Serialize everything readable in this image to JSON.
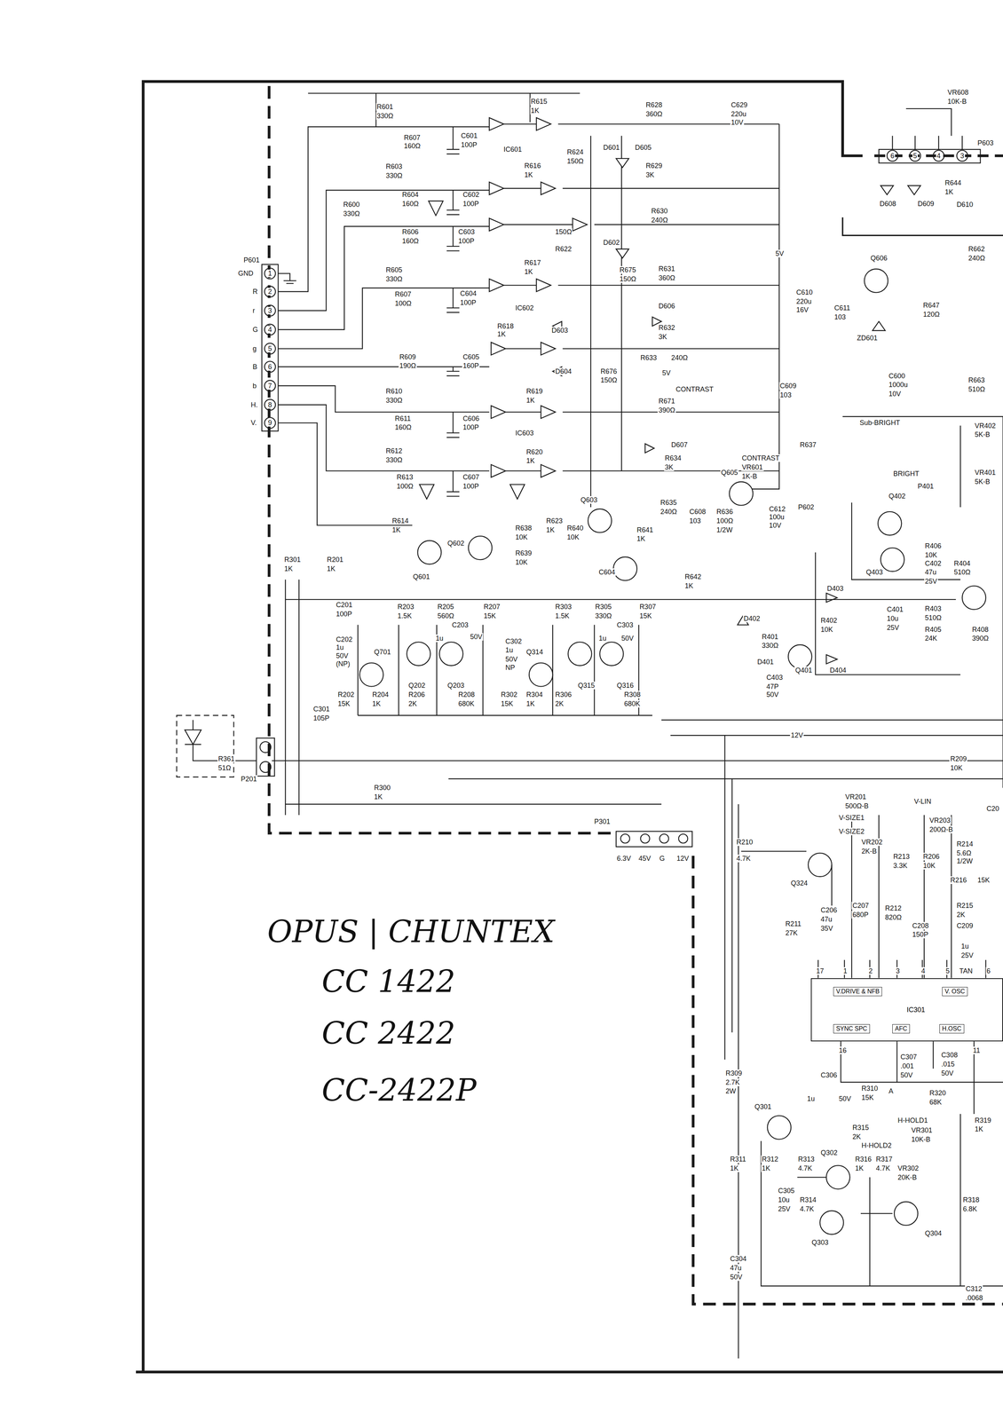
{
  "diagram": {
    "nodes": [
      {
        "text": [
          "IC301"
        ]
      },
      {
        "text": [
          "V.DRIVE & NFB"
        ],
        "in": 0
      },
      {
        "text": [
          "V. OSC"
        ],
        "in": 0
      },
      {
        "text": [
          "SYNC SPC"
        ],
        "in": 0
      },
      {
        "text": [
          "AFC"
        ],
        "in": 0
      },
      {
        "text": [
          "H.OSC"
        ],
        "in": 0
      }
    ],
    "labels": [
      "OPUS | CHUNTEX",
      "CC 1422",
      "CC 2422",
      "CC-2422P",
      "R601",
      "330Ω",
      "R607",
      "160Ω",
      "C601",
      "100P",
      "R615",
      "1K",
      "R628",
      "360Ω",
      "C629",
      "220u",
      "10V",
      "IC601",
      "R624",
      "150Ω",
      "D601",
      "D605",
      "R629",
      "3K",
      "R616",
      "1K",
      "R603",
      "330Ω",
      "R604",
      "160Ω",
      "C602",
      "100P",
      "R600",
      "330Ω",
      "R630",
      "240Ω",
      "R606",
      "160Ω",
      "C603",
      "100P",
      "150Ω",
      "R622",
      "D602",
      "P601",
      "GND",
      "R",
      "r",
      "G",
      "g",
      "B",
      "b",
      "H.",
      "V.",
      "1",
      "2",
      "3",
      "4",
      "5",
      "6",
      "7",
      "8",
      "9",
      "R605",
      "330Ω",
      "R617",
      "1K",
      "R675",
      "150Ω",
      "R631",
      "360Ω",
      "R607",
      "100Ω",
      "C604",
      "100P",
      "IC602",
      "D606",
      "D603",
      "R618",
      "1K",
      "R632",
      "3K",
      "R633",
      "240Ω",
      "R609",
      "190Ω",
      "C605",
      "160P",
      "D604",
      "R676",
      "150Ω",
      "5V",
      "CONTRAST",
      "C609",
      "103",
      "R610",
      "330Ω",
      "R619",
      "1K",
      "R671",
      "390Ω",
      "R611",
      "160Ω",
      "C606",
      "100P",
      "IC603",
      "R612",
      "330Ω",
      "R620",
      "1K",
      "D607",
      "R634",
      "3K",
      "R613",
      "100Ω",
      "C607",
      "100P",
      "CONTRAST",
      "VR601",
      "1K-B",
      "R637",
      "Q605",
      "C612",
      "100u",
      "10V",
      "P602",
      "Q603",
      "R635",
      "240Ω",
      "C608",
      "103",
      "R636",
      "100Ω",
      "1/2W",
      "R614",
      "1K",
      "R638",
      "10K",
      "R623",
      "1K",
      "R640",
      "10K",
      "R641",
      "1K",
      "Q602",
      "Q601",
      "R639",
      "10K",
      "C604",
      "R642",
      "1K",
      "R301",
      "1K",
      "R201",
      "1K",
      "C201",
      "100P",
      "C202",
      "1u",
      "50V",
      "(NP)",
      "Q701",
      "R203",
      "1.5K",
      "R205",
      "560Ω",
      "C203",
      "R207",
      "15K",
      "1u",
      "50V",
      "Q202",
      "Q203",
      "R202",
      "15K",
      "R204",
      "1K",
      "R206",
      "2K",
      "R208",
      "680K",
      "C301",
      "105P",
      "R303",
      "1.5K",
      "R305",
      "330Ω",
      "C303",
      "R307",
      "15K",
      "C302",
      "1u",
      "50V",
      "NP",
      "Q314",
      "Q315",
      "Q316",
      "1u",
      "50V",
      "R302",
      "15K",
      "R304",
      "1K",
      "R306",
      "2K",
      "R308",
      "680K",
      "R361",
      "51Ω",
      "P201",
      "R300",
      "1K",
      "12V",
      "R209",
      "10K",
      "P301",
      "6.3V",
      "45V",
      "G",
      "12V",
      "Sub-BRIGHT",
      "VR402",
      "5K-B",
      "BRIGHT",
      "VR401",
      "5K-B",
      "P401",
      "Q402",
      "Q403",
      "R406",
      "10K",
      "C402",
      "47u",
      "25V",
      "R404",
      "510Ω",
      "D403",
      "C401",
      "10u",
      "25V",
      "R403",
      "510Ω",
      "R405",
      "24K",
      "R408",
      "390Ω",
      "D402",
      "R402",
      "10K",
      "R401",
      "330Ω",
      "Q401",
      "D401",
      "C403",
      "47P",
      "50V",
      "D404",
      "Q606",
      "C610",
      "220u",
      "16V",
      "C611",
      "103",
      "R647",
      "120Ω",
      "ZD601",
      "C600",
      "1000u",
      "10V",
      "5V",
      "R662",
      "240Ω",
      "R663",
      "510Ω",
      "VR608",
      "10K-B",
      "P603",
      "D608",
      "D609",
      "R644",
      "1K",
      "D610",
      "6",
      "5",
      "4",
      "3",
      "VR201",
      "500Ω-B",
      "V-LIN",
      "V-SIZE1",
      "V-SIZE2",
      "VR202",
      "2K-B",
      "VR203",
      "200Ω-B",
      "R210",
      "4.7K",
      "Q324",
      "R213",
      "3.3K",
      "R206",
      "10K",
      "R214",
      "5.6Ω",
      "1/2W",
      "R216",
      "15K",
      "C206",
      "47u",
      "35V",
      "C207",
      "680P",
      "R212",
      "820Ω",
      "R211",
      "27K",
      "C208",
      "150P",
      "R215",
      "2K",
      "C209",
      "1u",
      "25V",
      "17",
      "1",
      "2",
      "3",
      "4",
      "5",
      "TAN",
      "6",
      "16",
      "11",
      "C307",
      ".001",
      "50V",
      "A",
      "C308",
      ".015",
      "50V",
      "R309",
      "2.7K",
      "2W",
      "C306",
      "1u",
      "50V",
      "R310",
      "15K",
      "R320",
      "68K",
      "H-HOLD1",
      "VR301",
      "10K-B",
      "R319",
      "1K",
      "H-HOLD2",
      "R315",
      "2K",
      "Q301",
      "Q302",
      "R316",
      "1K",
      "R317",
      "4.7K",
      "VR302",
      "20K-B",
      "R311",
      "1K",
      "R312",
      "1K",
      "R313",
      "4.7K",
      "R318",
      "6.8K",
      "C305",
      "10u",
      "25V",
      "R314",
      "4.7K",
      "Q303",
      "Q304",
      "C304",
      "47u",
      "50V",
      "C312",
      ".0068",
      "C20"
    ]
  }
}
